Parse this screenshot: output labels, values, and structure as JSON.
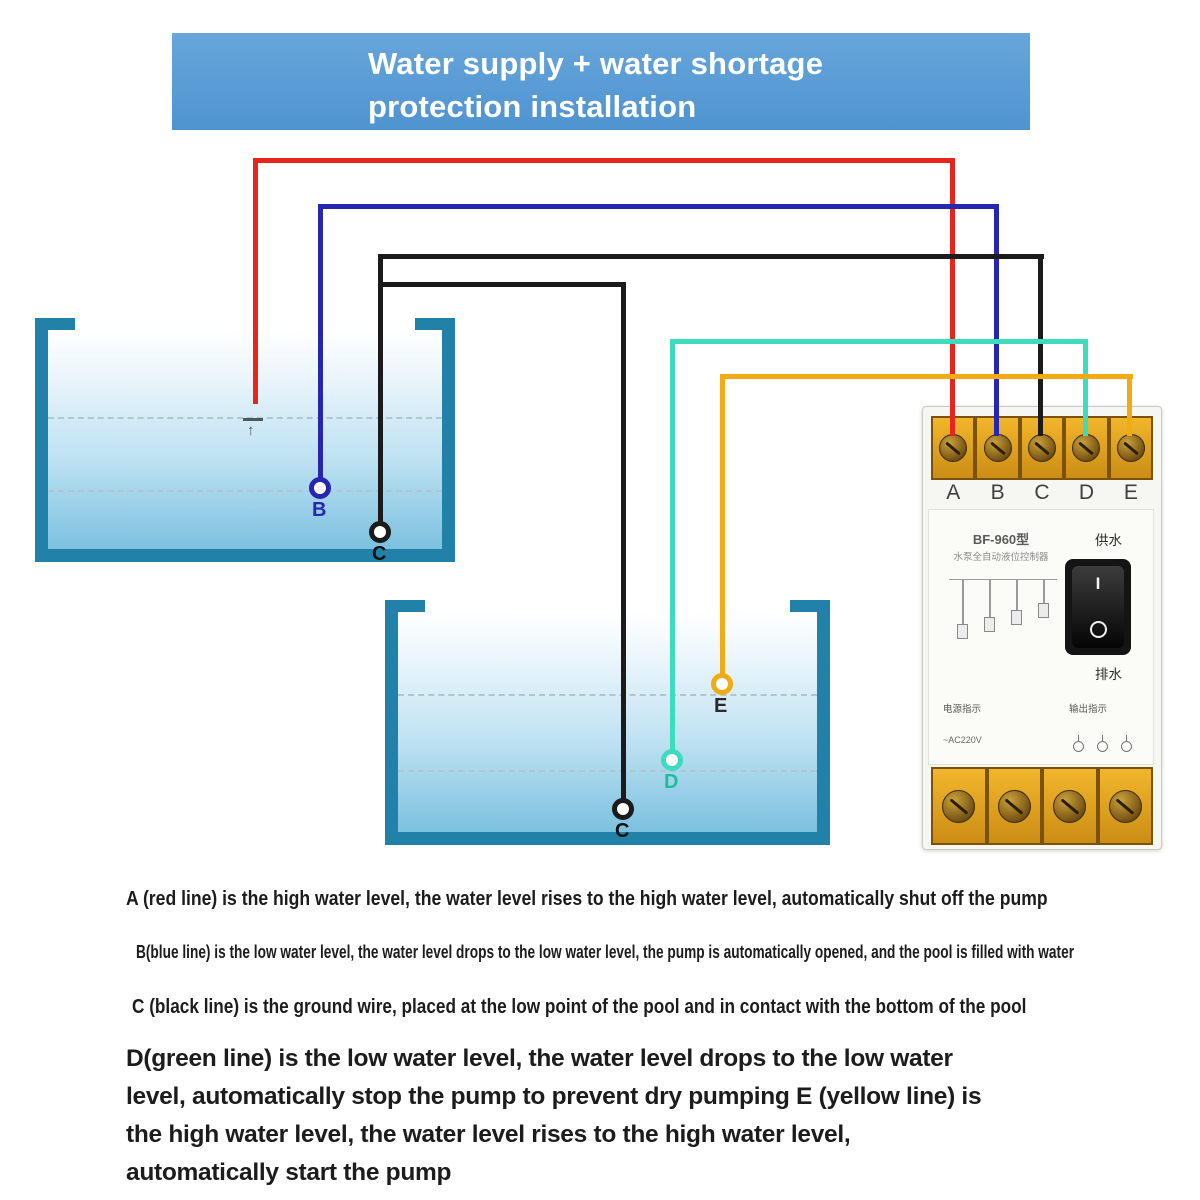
{
  "banner": {
    "title": "Water supply + water shortage protection installation"
  },
  "probes": {
    "b": "B",
    "c_upper": "C",
    "c_lower": "C",
    "d": "D",
    "e": "E"
  },
  "device": {
    "terminals": [
      "A",
      "B",
      "C",
      "D",
      "E"
    ],
    "model": "BF-960型",
    "title": "水泵全自动液位控制器",
    "supply_label": "供水",
    "drain_label": "排水",
    "power_indicator": "电源指示",
    "output_indicator": "输出指示",
    "power_spec": "~AC220V",
    "switch_on": "I"
  },
  "notes": [
    "A (red line) is the high water level, the water level rises to the high water level, automatically shut off the pump",
    "B(blue line) is the low water level, the water level drops to the low water level, the pump is automatically opened, and the pool is filled with water",
    "C (black line) is the ground wire, placed at the low point of the pool and in contact with the bottom of the pool",
    "D(green line) is the low water level, the water level drops to the low water level, automatically stop the pump to prevent dry pumping E (yellow line) is the high water level, the water level rises to the high water level, automatically start the pump"
  ],
  "colors": {
    "wire_red": "#e8251d",
    "wire_blue": "#2726ae",
    "wire_black": "#1b1b1b",
    "wire_green": "#3edcbe",
    "wire_yellow": "#f2ab14",
    "banner_blue": "#5598d6",
    "tank_wall": "#2181a9",
    "terminal_amber": "#e0a21f"
  }
}
